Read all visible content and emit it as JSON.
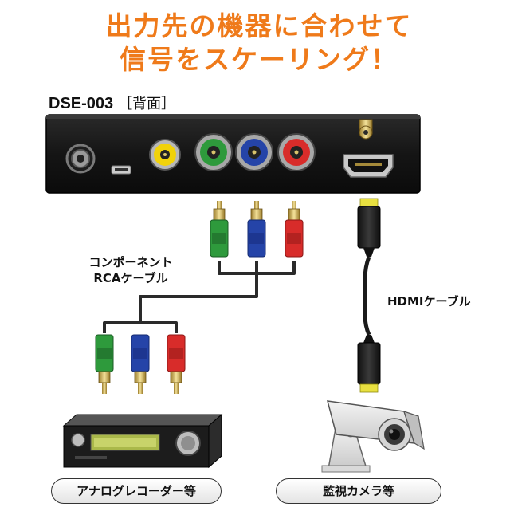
{
  "headline": {
    "line1": "出力先の機器に合わせて",
    "line2": "信号をスケーリング！"
  },
  "device": {
    "model": "DSE-003",
    "view": "［背面］"
  },
  "cables": {
    "rca_line1": "コンポーネント",
    "rca_line2": "RCAケーブル",
    "hdmi": "HDMIケーブル"
  },
  "targets": {
    "left": "アナログレコーダー等",
    "right": "監視カメラ等"
  },
  "colors": {
    "headline": "#ef7a1a",
    "rca_green": "#2e9a3c",
    "rca_blue": "#2544a8",
    "rca_red": "#d82c2a",
    "hdmi_gold": "#e8e040"
  }
}
